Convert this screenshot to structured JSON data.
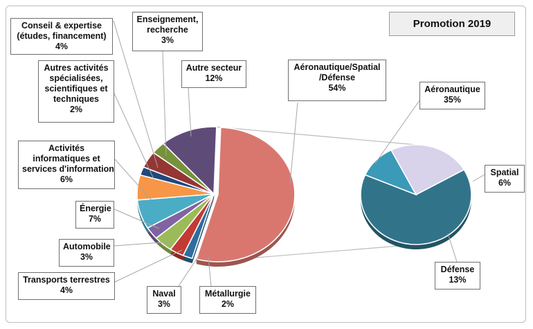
{
  "chart_data": {
    "type": "pie",
    "title": "Promotion 2019",
    "main_pie": {
      "slices": [
        {
          "label": "Aéronautique/Spatial /Défense",
          "label_lines": [
            "Aéronautique/Spatial",
            "/Défense"
          ],
          "value": 54,
          "display": "54%",
          "color": "#d9776f"
        },
        {
          "label": "Métallurgie",
          "label_lines": [
            "Métallurgie"
          ],
          "value": 2,
          "display": "2%",
          "color": "#2e6d9e"
        },
        {
          "label": "Naval",
          "label_lines": [
            "Naval"
          ],
          "value": 3,
          "display": "3%",
          "color": "#c23a34"
        },
        {
          "label": "Transports terrestres",
          "label_lines": [
            "Transports terrestres"
          ],
          "value": 4,
          "display": "4%",
          "color": "#9bbb59"
        },
        {
          "label": "Automobile",
          "label_lines": [
            "Automobile"
          ],
          "value": 3,
          "display": "3%",
          "color": "#8064a2"
        },
        {
          "label": "Énergie",
          "label_lines": [
            "Énergie"
          ],
          "value": 7,
          "display": "7%",
          "color": "#4bacc6"
        },
        {
          "label": "Activités informatiques et services d'information",
          "label_lines": [
            "Activités",
            "informatiques et",
            "services d'information"
          ],
          "value": 6,
          "display": "6%",
          "color": "#f79646"
        },
        {
          "label": "Autres activités spécialisées, scientifiques et techniques",
          "label_lines": [
            "Autres activités",
            "spécialisées,",
            "scientifiques et",
            "techniques"
          ],
          "value": 2,
          "display": "2%",
          "color": "#1f497d"
        },
        {
          "label": "Conseil & expertise (études, financement)",
          "label_lines": [
            "Conseil & expertise",
            "(études, financement)"
          ],
          "value": 4,
          "display": "4%",
          "color": "#943634"
        },
        {
          "label": "Enseignement, recherche",
          "label_lines": [
            "Enseignement,",
            "recherche"
          ],
          "value": 3,
          "display": "3%",
          "color": "#76923c"
        },
        {
          "label": "Autre secteur",
          "label_lines": [
            "Autre secteur"
          ],
          "value": 12,
          "display": "12%",
          "color": "#5f4b78"
        }
      ]
    },
    "sub_pie": {
      "parent": "Aéronautique/Spatial /Défense",
      "slices": [
        {
          "label": "Aéronautique",
          "label_lines": [
            "Aéronautique"
          ],
          "value": 35,
          "display": "35%",
          "color": "#31748a"
        },
        {
          "label": "Spatial",
          "label_lines": [
            "Spatial"
          ],
          "value": 6,
          "display": "6%",
          "color": "#3a9ab8"
        },
        {
          "label": "Défense",
          "label_lines": [
            "Défense"
          ],
          "value": 13,
          "display": "13%",
          "color": "#d8d2ea"
        }
      ]
    }
  }
}
